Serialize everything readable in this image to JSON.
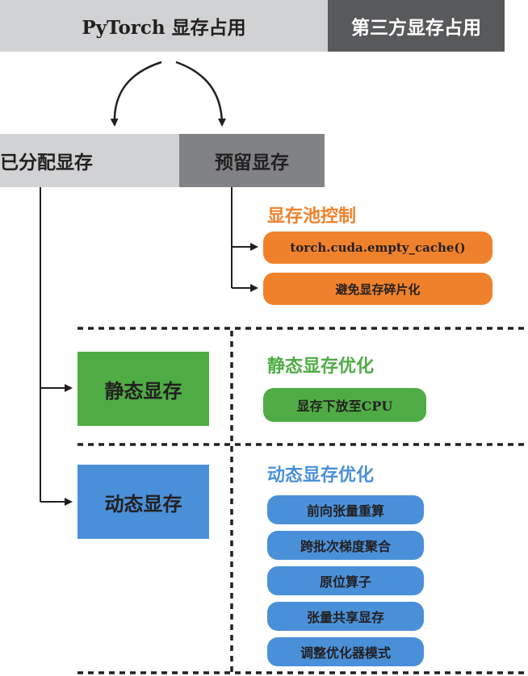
{
  "top": {
    "pytorch_usage": "PyTorch 显存占用",
    "third_party_usage": "第三方显存占用"
  },
  "memory": {
    "allocated": "已分配显存",
    "reserved": "预留显存"
  },
  "pool_control": {
    "title": "显存池控制",
    "items": [
      "torch.cuda.empty_cache()",
      "避免显存碎片化"
    ]
  },
  "static": {
    "box_label": "静态显存",
    "title": "静态显存优化",
    "items": [
      "显存下放至CPU"
    ]
  },
  "dynamic": {
    "box_label": "动态显存",
    "title": "动态显存优化",
    "items": [
      "前向张量重算",
      "跨批次梯度聚合",
      "原位算子",
      "张量共享显存",
      "调整优化器模式"
    ]
  },
  "colors": {
    "orange": "#f0812c",
    "green": "#4fac45",
    "blue": "#4a90d9",
    "light_gray": "#d1d2d3",
    "mid_gray": "#808285",
    "dark_gray": "#58595b"
  }
}
